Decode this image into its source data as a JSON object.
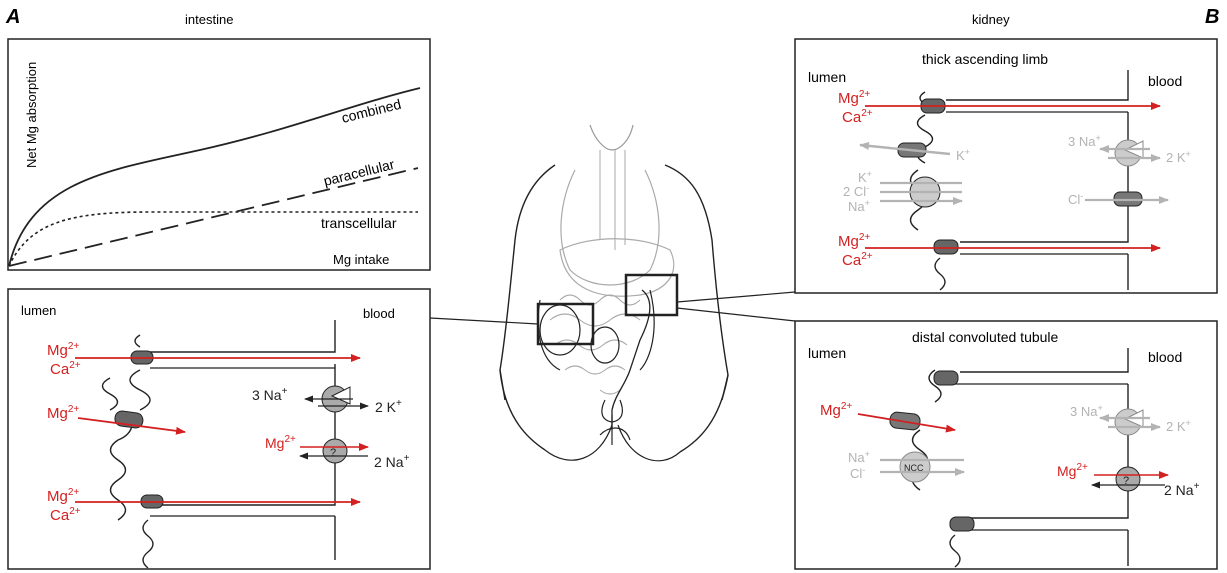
{
  "panel_letters": {
    "a": "A",
    "b": "B"
  },
  "headers": {
    "intestine": "intestine",
    "kidney": "kidney"
  },
  "colors": {
    "red": "#d42020",
    "gray": "#b3b3b3",
    "dark": "#222222"
  },
  "graph": {
    "ylabel": "Net Mg absorption",
    "xlabel": "Mg intake",
    "curves": {
      "combined": "combined",
      "paracellular": "paracellular",
      "transcellular": "transcellular"
    }
  },
  "intestine_cell": {
    "lumen": "lumen",
    "blood": "blood",
    "top_mg": "Mg",
    "top_ca": "Ca",
    "mid_mg": "Mg",
    "bot_mg": "Mg",
    "bot_ca": "Ca",
    "na_pump_left": "3 Na",
    "na_pump_right": "2 K",
    "ex_left": "Mg",
    "ex_right": "2 Na",
    "ex_mark": "?"
  },
  "tal": {
    "title": "thick ascending limb",
    "lumen": "lumen",
    "blood": "blood",
    "top_mg": "Mg",
    "top_ca": "Ca",
    "k_channel": "K",
    "nkcc_k": "K",
    "nkcc_cl": "2 Cl",
    "nkcc_na": "Na",
    "pump_left": "3 Na",
    "pump_right": "2 K",
    "cl_channel": "Cl",
    "bot_mg": "Mg",
    "bot_ca": "Ca"
  },
  "dct": {
    "title": "distal convoluted tubule",
    "lumen": "lumen",
    "blood": "blood",
    "mg": "Mg",
    "ncc_na": "Na",
    "ncc_cl": "Cl",
    "ncc_label": "NCC",
    "pump_left": "3 Na",
    "pump_right": "2 K",
    "ex_left": "Mg",
    "ex_right": "2 Na",
    "ex_mark": "?"
  },
  "charges": {
    "mg": "2+",
    "ca": "2+",
    "na": "+",
    "k": "+",
    "cl": "-"
  }
}
